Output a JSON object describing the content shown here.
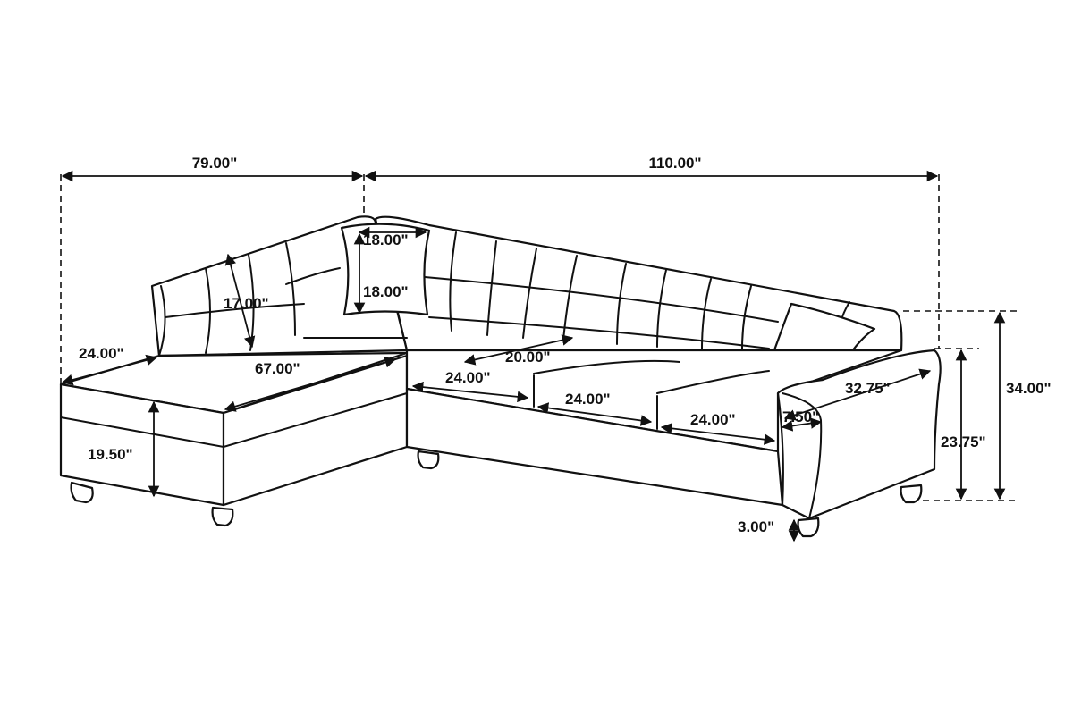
{
  "overall": {
    "chaise_length": "79.00\"",
    "sofa_length": "110.00\""
  },
  "pillow": {
    "width": "18.00\"",
    "height": "18.00\""
  },
  "chaise": {
    "back_height": "17.00\"",
    "seat_width": "24.00\"",
    "seat_depth": "67.00\"",
    "seat_height": "19.50\""
  },
  "sofa": {
    "seat_depth": "20.00\"",
    "cushion_1": "24.00\"",
    "cushion_2": "24.00\"",
    "cushion_3": "24.00\"",
    "arm_depth": "32.75\"",
    "arm_width": "7.50\"",
    "total_height": "34.00\"",
    "arm_height": "23.75\"",
    "leg_height": "3.00\""
  }
}
